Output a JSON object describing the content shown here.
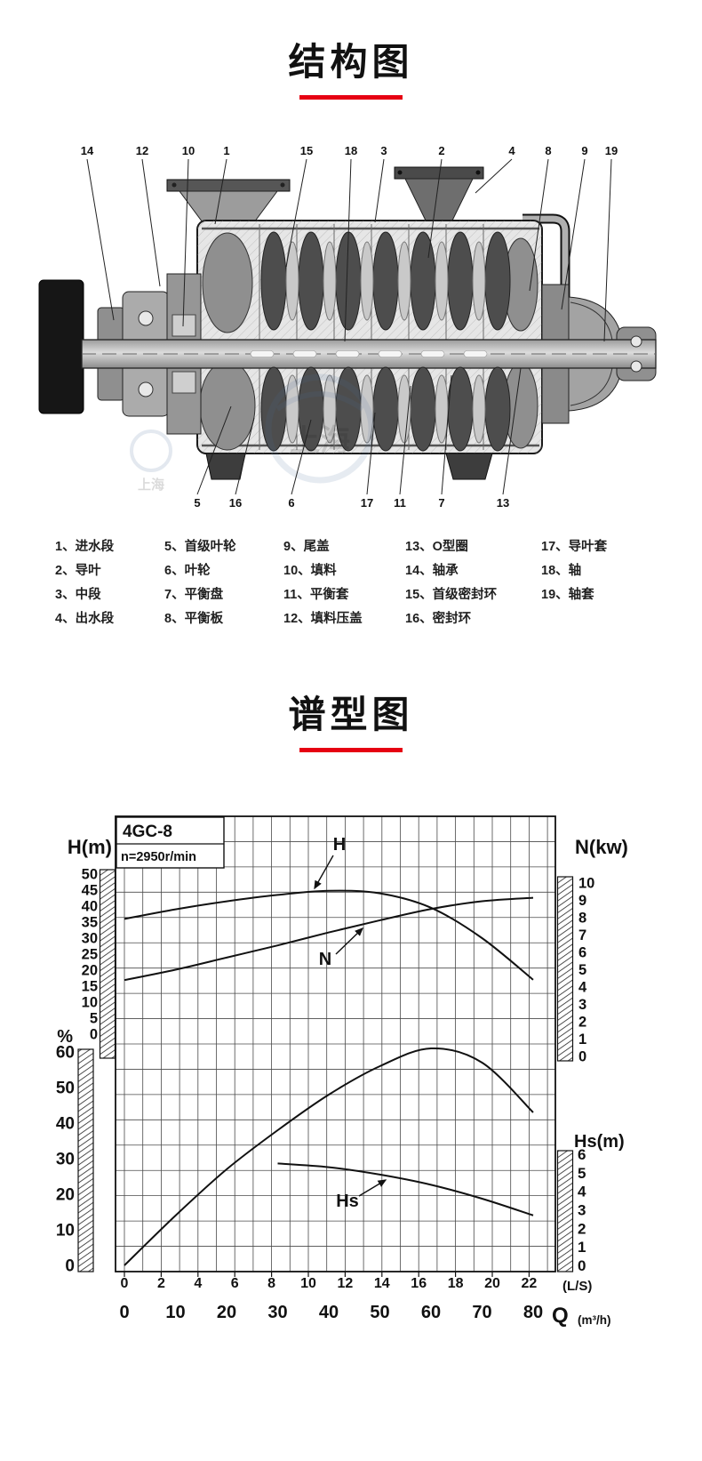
{
  "accent_color": "#e60012",
  "sections": {
    "structure_title": "结构图",
    "curve_title": "谱型图"
  },
  "structure": {
    "watermark_text": "上海",
    "callouts_top": [
      "14",
      "12",
      "10",
      "1",
      "15",
      "18",
      "3",
      "2",
      "4",
      "8",
      "9",
      "19"
    ],
    "callouts_bottom": [
      "5",
      "16",
      "6",
      "17",
      "11",
      "7",
      "13"
    ],
    "legend_columns": [
      [
        "1、进水段",
        "2、导叶",
        "3、中段",
        "4、出水段"
      ],
      [
        "5、首级叶轮",
        "6、叶轮",
        "7、平衡盘",
        "8、平衡板"
      ],
      [
        "9、尾盖",
        "10、填料",
        "11、平衡套",
        "12、填料压盖"
      ],
      [
        "13、O型圈",
        "14、轴承",
        "15、首级密封环",
        "16、密封环"
      ],
      [
        "17、导叶套",
        "18、轴",
        "19、轴套"
      ]
    ]
  },
  "chart_data": {
    "type": "line",
    "title": "4GC-8",
    "subtitle": "n=2950r/min",
    "grid": true,
    "axes": {
      "x_top": {
        "unit": "(L/S)",
        "ticks": [
          0,
          2,
          4,
          6,
          8,
          10,
          12,
          14,
          16,
          18,
          20,
          22
        ]
      },
      "x_bottom": {
        "name": "Q",
        "unit": "(m³/h)",
        "ticks": [
          0,
          10,
          20,
          30,
          40,
          50,
          60,
          70,
          80
        ]
      },
      "y_left_H": {
        "label": "H(m)",
        "ticks": [
          50,
          45,
          40,
          35,
          30,
          25,
          20,
          15,
          10,
          5,
          0
        ]
      },
      "y_left_eff": {
        "label": "%",
        "ticks": [
          60,
          50,
          40,
          30,
          20,
          10,
          0
        ]
      },
      "y_right_N": {
        "label": "N(kw)",
        "ticks": [
          10,
          9,
          8,
          7,
          6,
          5,
          4,
          3,
          2,
          1,
          0
        ]
      },
      "y_right_Hs": {
        "label": "Hs(m)",
        "ticks": [
          6,
          5,
          4,
          3,
          2,
          1,
          0
        ]
      }
    },
    "series": [
      {
        "name": "H",
        "label": "H",
        "axis": "H",
        "x_m3h": [
          0,
          10,
          20,
          30,
          40,
          50,
          60,
          70,
          80
        ],
        "y": [
          36,
          39,
          41.5,
          43.5,
          44.8,
          44,
          39.5,
          30,
          17
        ]
      },
      {
        "name": "N",
        "label": "N",
        "axis": "N",
        "x_m3h": [
          0,
          10,
          20,
          30,
          40,
          50,
          60,
          70,
          80
        ],
        "y": [
          4.4,
          5,
          5.7,
          6.4,
          7.15,
          7.85,
          8.5,
          8.95,
          9.15
        ]
      },
      {
        "name": "efficiency",
        "label": "",
        "axis": "eff",
        "x_m3h": [
          0,
          10,
          20,
          30,
          40,
          50,
          60,
          70,
          80
        ],
        "y": [
          0,
          14,
          27,
          38,
          48,
          56,
          61,
          57,
          43
        ]
      },
      {
        "name": "Hs",
        "label": "Hs",
        "axis": "Hs",
        "x_m3h": [
          30,
          40,
          50,
          60,
          70,
          80
        ],
        "y": [
          5.5,
          5.3,
          4.9,
          4.35,
          3.6,
          2.7
        ]
      }
    ]
  }
}
